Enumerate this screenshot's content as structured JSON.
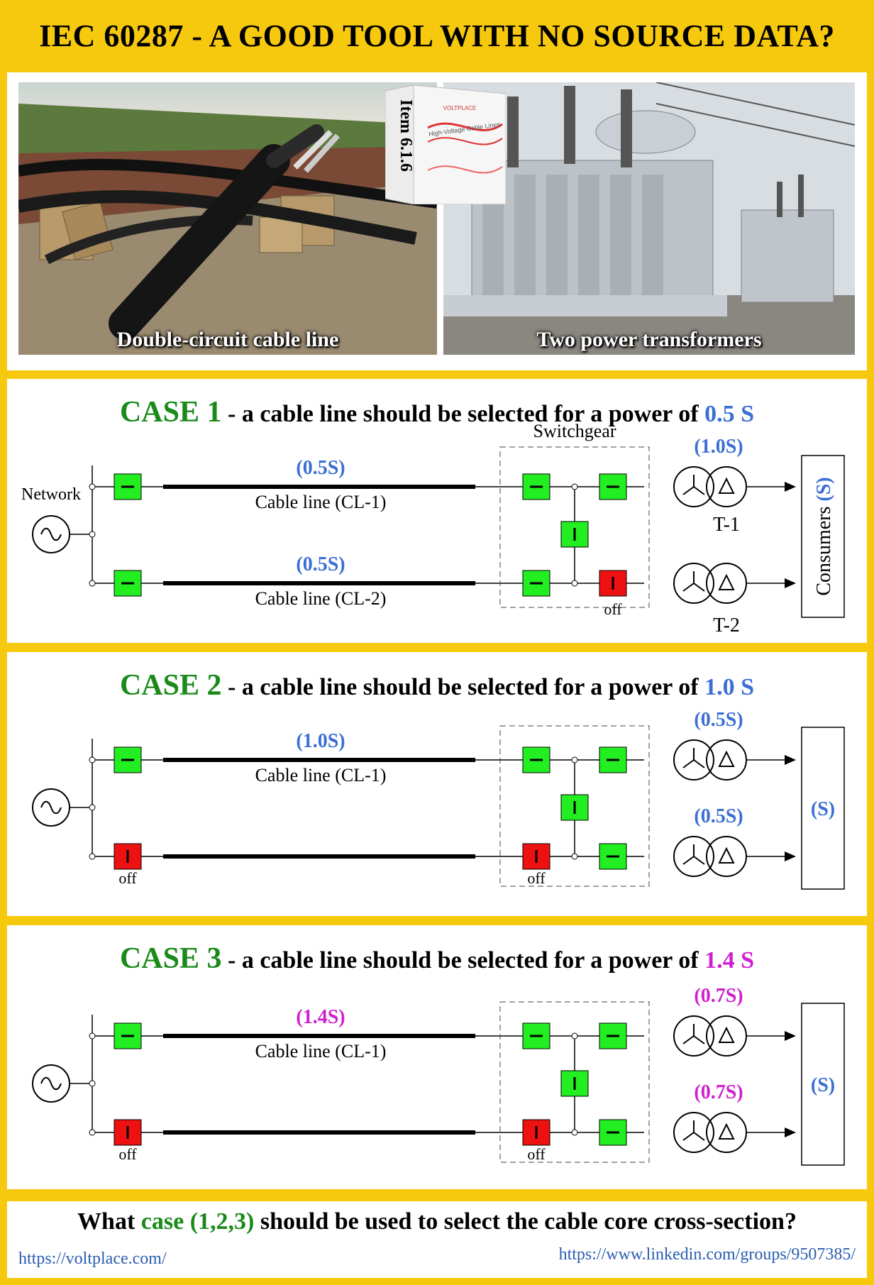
{
  "title": "IEC 60287 - A GOOD TOOL WITH NO SOURCE DATA?",
  "photos": {
    "left_caption": "Double-circuit cable line",
    "right_caption": "Two power transformers",
    "book_label": "Item 6.1.6",
    "book_title": "High-Voltage Cable Lines"
  },
  "common": {
    "switchgear": "Switchgear",
    "network": "Network",
    "cl1": "Cable line (CL-1)",
    "cl2": "Cable line (CL-2)",
    "t1": "T-1",
    "t2": "T-2",
    "consumers": "Consumers",
    "s": "(S)",
    "off": "off"
  },
  "colors": {
    "green_text": "#1a8a1a",
    "blue": "#3b6fd4",
    "magenta": "#d01fd0",
    "breaker_on": "#22ee22",
    "breaker_off": "#ee1111"
  },
  "cases": [
    {
      "case_label": "CASE 1",
      "heading": " - a cable line should be selected for a power of ",
      "power": "0.5 S",
      "power_color": "blue",
      "cl1_power": "(0.5S)",
      "cl2_power": "(0.5S)",
      "t1_power": "(1.0S)",
      "t2_power": ""
    },
    {
      "case_label": "CASE 2",
      "heading": " - a cable line should be selected for a power of ",
      "power": "1.0 S",
      "power_color": "blue",
      "cl1_power": "(1.0S)",
      "cl2_power": "",
      "t1_power": "(0.5S)",
      "t2_power": "(0.5S)"
    },
    {
      "case_label": "CASE 3",
      "heading": " - a cable line should be selected for a power of ",
      "power": "1.4 S",
      "power_color": "magenta",
      "cl1_power": "(1.4S)",
      "cl2_power": "",
      "t1_power": "(0.7S)",
      "t2_power": "(0.7S)"
    }
  ],
  "footer": {
    "q_pre": "What ",
    "q_case": "case (1,2,3)",
    "q_post": " should be used to select the cable core cross-section?",
    "link_left": "https://voltplace.com/",
    "link_right": "https://www.linkedin.com/groups/9507385/"
  }
}
